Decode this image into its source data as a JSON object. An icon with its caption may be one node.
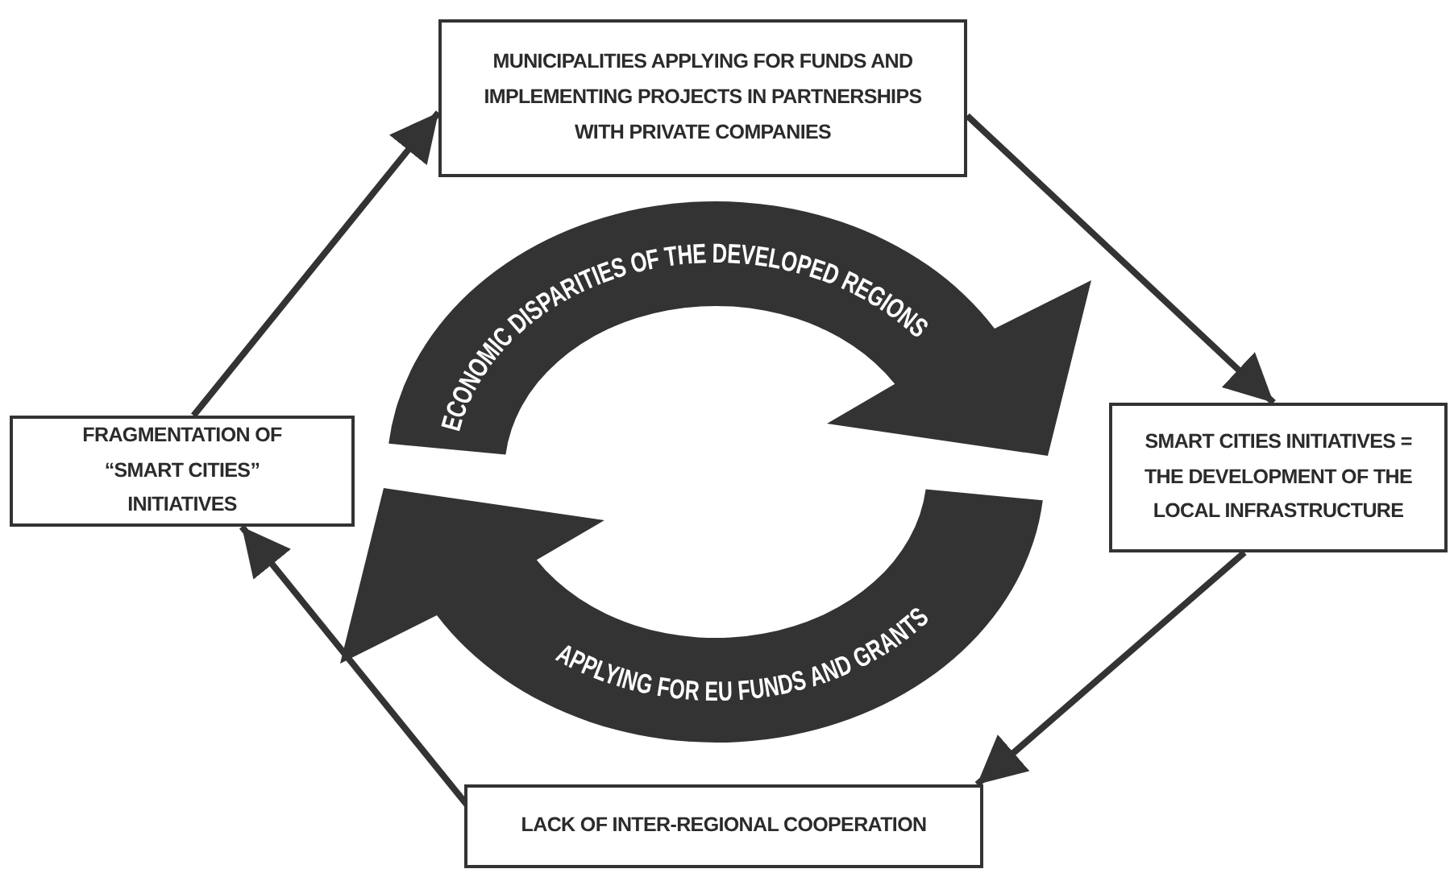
{
  "diagram": {
    "nodes": [
      {
        "text": [
          "MUNICIPALITIES APPLYING FOR FUNDS AND IMPLEMENTING PROJECTS IN PARTNERSHIPS WITH PRIVATE COMPANIES"
        ]
      },
      {
        "text": [
          "SMART CITIES INITIATIVES = THE DEVELOPMENT OF THE LOCAL INFRASTRUCTURE"
        ]
      },
      {
        "text": [
          "LACK OF INTER-REGIONAL COOPERATION"
        ]
      },
      {
        "text": [
          "FRAGMENTATION OF “SMART CITIES” INITIATIVES"
        ]
      }
    ],
    "edges": [
      {
        "from": 0,
        "to": 1,
        "arrow": "to"
      },
      {
        "from": 1,
        "to": 2,
        "arrow": "to"
      },
      {
        "from": 2,
        "to": 3,
        "arrow": "to"
      },
      {
        "from": 3,
        "to": 0,
        "arrow": "to"
      }
    ],
    "labels": [
      "ECONOMIC DISPARITIES OF THE DEVELOPED REGIONS",
      "APPLYING FOR EU FUNDS AND GRANTS"
    ]
  }
}
